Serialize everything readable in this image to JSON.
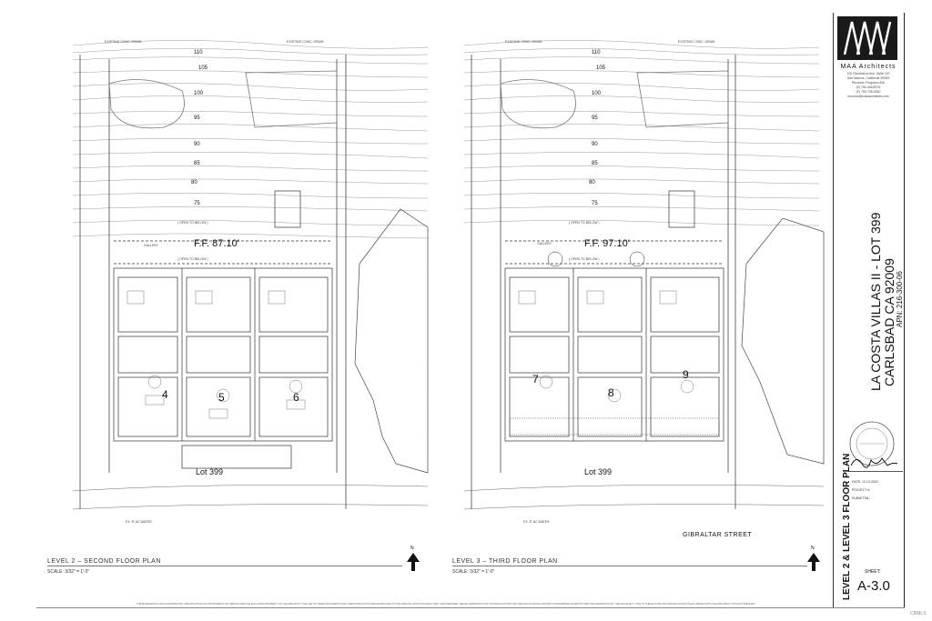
{
  "firm": {
    "name": "MAA Architects",
    "address_lines": [
      "100 Rancheros Ave. Suite 110",
      "San Marcos, California 92069",
      "Riccardo Ferguson AIA",
      "(0) 760.448.8276",
      "(F) 760.798.3050",
      "riccardo@maaarchitects.com"
    ]
  },
  "project": {
    "title_line1": "LA COSTA VILLAS II - LOT 399",
    "title_line2": "CARLSBAD CA 92009",
    "apn": "APN: 216-300-06"
  },
  "sheet": {
    "title": "LEVEL 2 & LEVEL 3 FLOOR PLAN",
    "label": "SHEET:",
    "number": "A-3.0",
    "meta": [
      "DATE: 12.10.2020",
      "PROJECT #:",
      "SUBMITTAL:"
    ]
  },
  "plans": [
    {
      "name": "LEVEL 2 – SECOND FLOOR PLAN",
      "scale": "SCALE: 3/32\" = 1'-0\"",
      "ff": "F.F. 87.10'",
      "lot": "Lot 399",
      "units": [
        "4",
        "5",
        "6"
      ],
      "open_below": "( OPEN TO BELOW )",
      "gallery": "GALLERY"
    },
    {
      "name": "LEVEL 3 – THIRD FLOOR PLAN",
      "scale": "SCALE: 3/32\" = 1'-0\"",
      "ff": "F.F. 97.10'",
      "lot": "Lot 399",
      "units": [
        "7",
        "8",
        "9"
      ],
      "open_below": "( OPEN TO BELOW )",
      "gallery": "GALLERY"
    }
  ],
  "elevations": [
    "110",
    "105",
    "100",
    "95",
    "90",
    "85",
    "80",
    "75"
  ],
  "notes": {
    "existing_drain": "EXISTING CONC. DRAIN",
    "water": "EX. 8\" AC WATER",
    "street": "GIBRALTAR STREET"
  },
  "north_label": "N",
  "footer": "THESE DRAWINGS AND ACCOMPANYING SPECIFICATIONS AS INSTRUMENTS OF SERVICE ARE THE EXCLUSIVE PROPERTY OF THE ARCHITECT. THE USE OF THESE DOCUMENTS AND THEIR PUBLICATION ARE RESTRICTED TO THE ORIGINAL SITE FOR WHICH THEY ARE PREPARED. REUSE, REPRODUCTION OR PUBLICATION BY ANY METHOD IN WHOLE OR PART IS PROHIBITED EXCEPT BY WRITTEN PERMISSION BY THE ARCHITECT. TITLE TO THESE PLANS AND SPECIFICATIONS SHALL REMAIN WITH THE ARCHITECT WITHOUT PREJUDICE.",
  "watermark": "CRMLS",
  "colors": {
    "line": "#333333",
    "paper": "#ffffff",
    "logo_bg": "#1a1a1a"
  }
}
